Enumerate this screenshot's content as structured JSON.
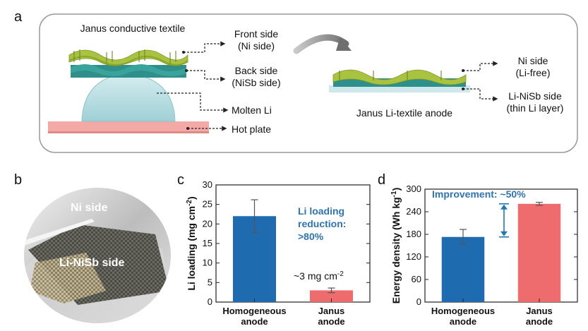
{
  "panels": {
    "a": {
      "label": "a",
      "textile_title": "Janus conductive textile",
      "front_side": [
        "Front side",
        "(Ni side)"
      ],
      "back_side": [
        "Back side",
        "(NiSb side)"
      ],
      "molten": "Molten Li",
      "hot_plate": "Hot plate",
      "anode_title": "Janus Li-textile anode",
      "ni_side": [
        "Ni side",
        "(Li-free)"
      ],
      "li_nisb": [
        "Li-NiSb side",
        "(thin Li layer)"
      ]
    },
    "b": {
      "label": "b",
      "ni_side": "Ni side",
      "li_nisb": "Li-NiSb side"
    },
    "c": {
      "label": "c"
    },
    "d": {
      "label": "d"
    }
  },
  "colors": {
    "blue": "#1f6bb0",
    "red": "#ee6b6e",
    "annotation_blue": "#2e74b5",
    "frame_grey": "#9a9a9a",
    "textile_green": "#a9c23f",
    "textile_teal": "#2f8f8a",
    "molten_li": "#b9dfe3",
    "hot_plate": "#f2a7a4"
  },
  "chart_data": [
    {
      "type": "bar",
      "panel": "c",
      "categories": [
        "Homogeneous anode",
        "Janus anode"
      ],
      "category_lines": [
        [
          "Homogeneous",
          "anode"
        ],
        [
          "Janus",
          "anode"
        ]
      ],
      "values": [
        22,
        3
      ],
      "errors": [
        4.2,
        0.6
      ],
      "bar_colors": [
        "#1f6bb0",
        "#ee6b6e"
      ],
      "ylabel": "Li loading (mg cm",
      "ylabel_sup": "-2",
      "ylabel_end": ")",
      "ylim": [
        0,
        30
      ],
      "yticks": [
        0,
        5,
        10,
        15,
        20,
        25,
        30
      ],
      "annotations": {
        "reduction": [
          "Li loading",
          "reduction:",
          ">80%"
        ],
        "value_label_main": "~3 mg cm",
        "value_label_sup": "-2"
      }
    },
    {
      "type": "bar",
      "panel": "d",
      "categories": [
        "Homogeneous anode",
        "Janus anode"
      ],
      "category_lines": [
        [
          "Homogeneous",
          "anode"
        ],
        [
          "Janus",
          "anode"
        ]
      ],
      "values": [
        173,
        261
      ],
      "errors": [
        20,
        4
      ],
      "bar_colors": [
        "#1f6bb0",
        "#ee6b6e"
      ],
      "ylabel": "Energy density (Wh kg",
      "ylabel_sup": "-1",
      "ylabel_end": ")",
      "ylim": [
        0,
        300
      ],
      "yticks": [
        0,
        60,
        120,
        180,
        240,
        300
      ],
      "annotations": {
        "improvement": "Improvement: ~50%"
      }
    }
  ]
}
